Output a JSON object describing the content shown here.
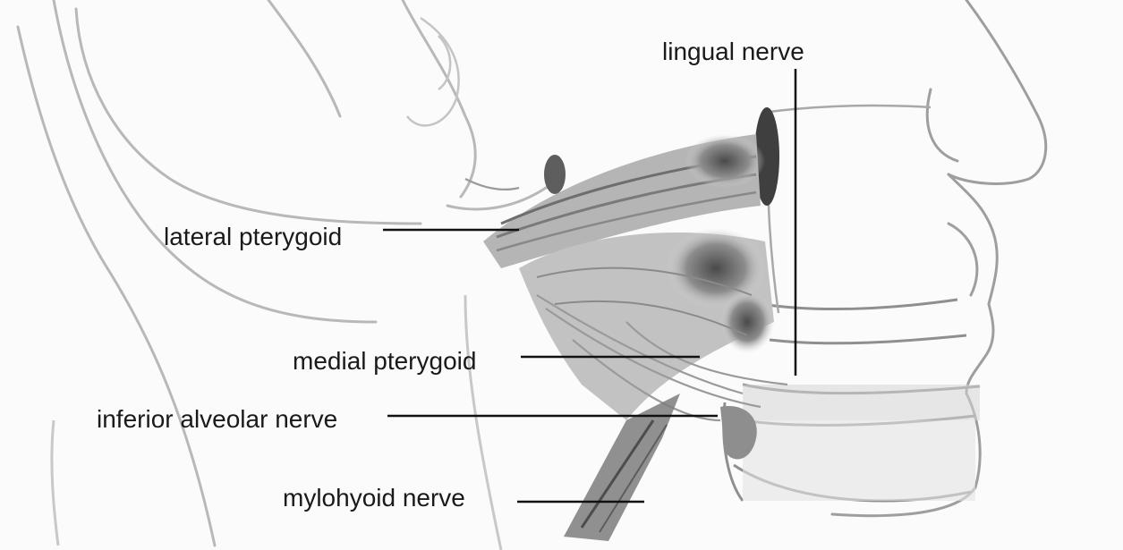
{
  "labels": {
    "lingual_nerve": "lingual nerve",
    "lateral_pterygoid": "lateral pterygoid",
    "medial_pterygoid": "medial pterygoid",
    "inferior_alveolar_nerve": "inferior alveolar nerve",
    "mylohyoid_nerve": "mylohyoid nerve"
  },
  "colors": {
    "label_text": "#1a1a1a",
    "leader_line": "#111111",
    "sketch_light": "#c9c9c9",
    "sketch_mid": "#9a9a9a",
    "sketch_dark": "#555555"
  }
}
